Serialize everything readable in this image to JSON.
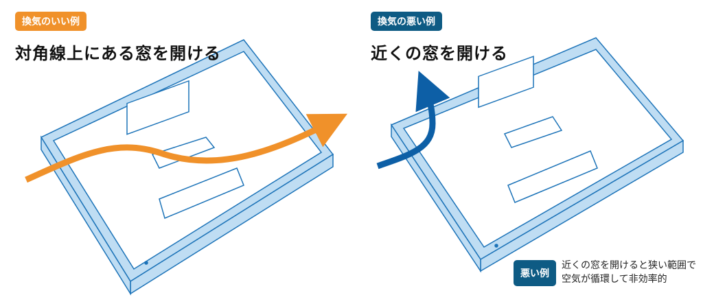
{
  "good": {
    "badge": "換気のいい例",
    "title": "対角線上にある窓を開ける"
  },
  "bad": {
    "badge": "換気の悪い例",
    "title": "近くの窓を開ける"
  },
  "note": {
    "badge": "悪い例",
    "lines": [
      "近くの窓を開けると狭い範囲で",
      "空気が循環して非効率的"
    ]
  },
  "colors": {
    "orange": "#F0912A",
    "navy": "#0E5B84",
    "wall": "#BFDDF3",
    "line": "#1C73B8",
    "arrow_blue": "#0D5FA6"
  }
}
